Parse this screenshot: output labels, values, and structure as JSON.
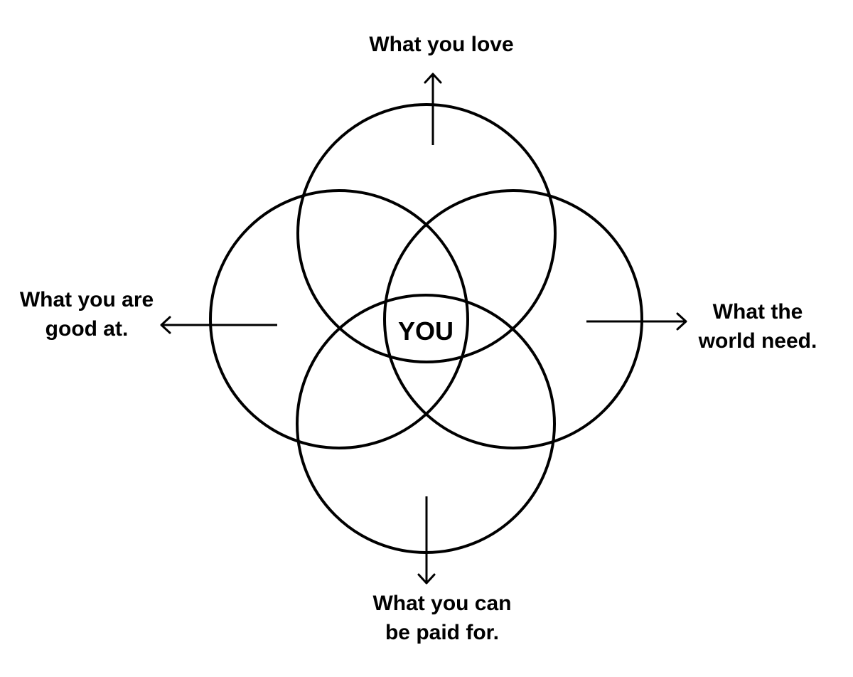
{
  "diagram": {
    "center_label": "YOU",
    "circles": [
      {
        "label_lines": [
          "What you love"
        ]
      },
      {
        "label_lines": [
          "What the",
          "world need."
        ]
      },
      {
        "label_lines": [
          "What you can",
          "be paid for."
        ]
      },
      {
        "label_lines": [
          "What you are",
          "good at."
        ]
      }
    ],
    "stroke_color": "#000000",
    "background_color": "#ffffff"
  }
}
